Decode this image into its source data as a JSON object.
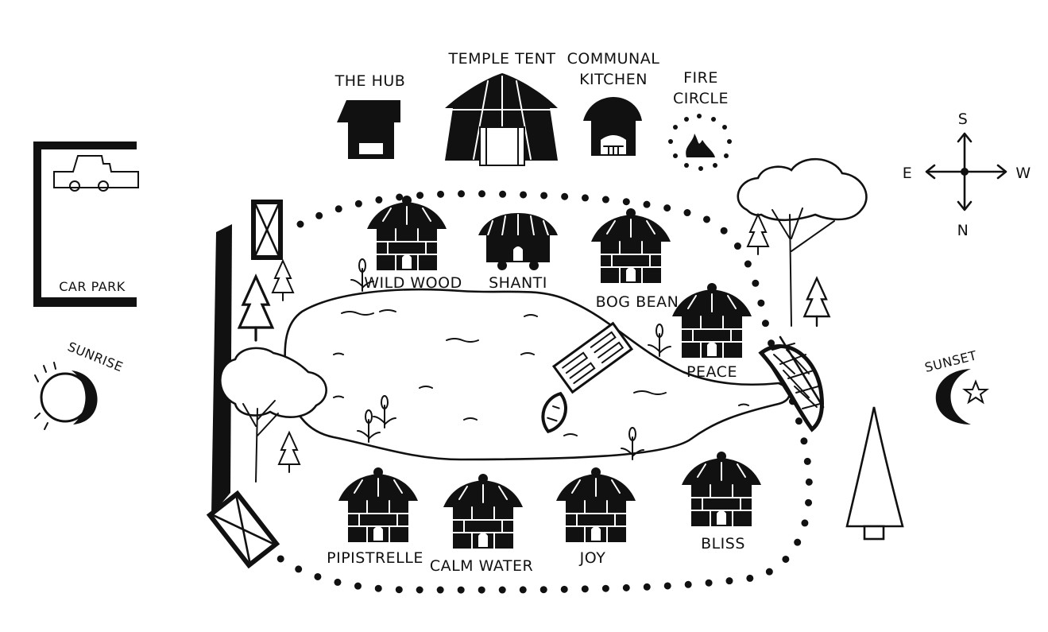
{
  "map": {
    "buildings": {
      "hub": "THE HUB",
      "temple_tent": "TEMPLE TENT",
      "communal_kitchen_line1": "COMMUNAL",
      "communal_kitchen_line2": "KITCHEN",
      "fire_circle_line1": "FIRE",
      "fire_circle_line2": "CIRCLE"
    },
    "car_park": "CAR PARK",
    "yurts": {
      "wild_wood": "WILD WOOD",
      "shanti": "SHANTI",
      "bog_bean": "BOG BEAN",
      "peace": "PEACE",
      "pipistrelle": "PIPISTRELLE",
      "calm_water": "CALM WATER",
      "joy": "JOY",
      "bliss": "BLISS"
    },
    "compass": {
      "north": "N",
      "south": "S",
      "east": "E",
      "west": "W"
    },
    "sunrise": "SUNRISE",
    "sunset": "SUNSET",
    "icons": [
      "truck-icon",
      "yurt-icon",
      "shepherd-hut-icon",
      "tent-icon",
      "fire-icon",
      "tree-icon",
      "pine-tree-icon",
      "bridge-icon",
      "boat-icon",
      "jetty-icon",
      "gate-icon",
      "moon-icon",
      "sun-icon",
      "star-icon",
      "compass-rose-icon",
      "reed-icon"
    ],
    "ink_color": "#111111",
    "paper_color": "#ffffff"
  }
}
